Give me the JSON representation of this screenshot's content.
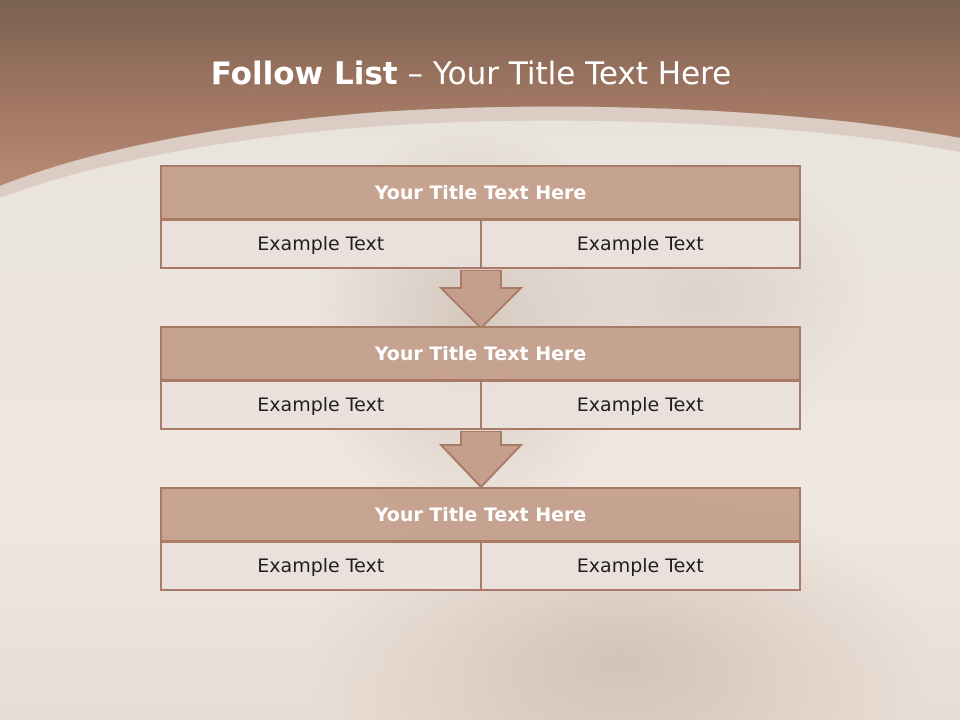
{
  "slide": {
    "title_bold": "Follow List",
    "title_dash": "–",
    "title_rest": "Your Title Text Here",
    "colors": {
      "band": "#b2836e",
      "block_header": "#c49f8c",
      "block_cell": "#eae0dc",
      "border": "#a97a65",
      "title_text": "#ffffff"
    }
  },
  "blocks": [
    {
      "title": "Your Title Text Here",
      "left": "Example Text",
      "right": "Example Text"
    },
    {
      "title": "Your Title Text Here",
      "left": "Example Text",
      "right": "Example Text"
    },
    {
      "title": "Your Title Text Here",
      "left": "Example Text",
      "right": "Example Text"
    }
  ]
}
